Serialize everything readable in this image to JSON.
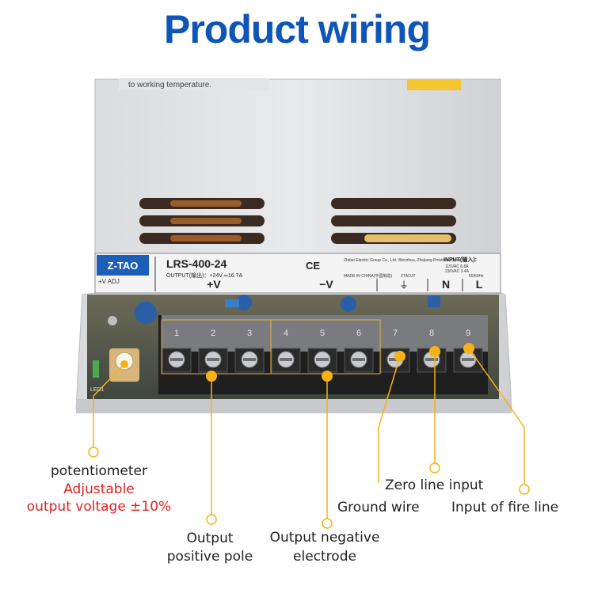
{
  "header": {
    "title": "Product wiring"
  },
  "device": {
    "top_text": "to working temperature.",
    "brand": "Z-TAO",
    "model": "LRS-400-24",
    "ce_mark": "CE",
    "output_text": "OUTPUT(输出)：+24V ═16.7A",
    "manufacturer": "Zhitao Electric Group Co., Ltd. Wenzhou, Zhejiang Province, China",
    "made_in": "MADE IN CHINA(中国制造)",
    "code": "ZTAOJT",
    "input_title": "INPUT(输入):",
    "input_line1": "115VAC 6.8A",
    "input_line2": "230VAC 3.4A",
    "input_line3": "50/60Hz",
    "adj_label": "+V ADJ",
    "terminal_plus": "+V",
    "terminal_minus": "−V",
    "terminal_ground": "⏚",
    "terminal_n": "N",
    "terminal_l": "L",
    "led_label": "LED1",
    "terminal_numbers": [
      "1",
      "2",
      "3",
      "4",
      "5",
      "6",
      "7",
      "8",
      "9"
    ]
  },
  "callouts": {
    "potentiometer": "potentiometer",
    "adjustable": "Adjustable",
    "output_voltage": "output voltage ±10%",
    "output_positive_1": "Output",
    "output_positive_2": "positive pole",
    "output_negative_1": "Output  negative",
    "output_negative_2": "electrode",
    "ground_wire": "Ground wire",
    "zero_line": "Zero line input",
    "fire_line": "Input of fire line"
  },
  "colors": {
    "title": "#0e55b8",
    "callout_line": "#f5b21a",
    "red_text": "#e0221f"
  }
}
